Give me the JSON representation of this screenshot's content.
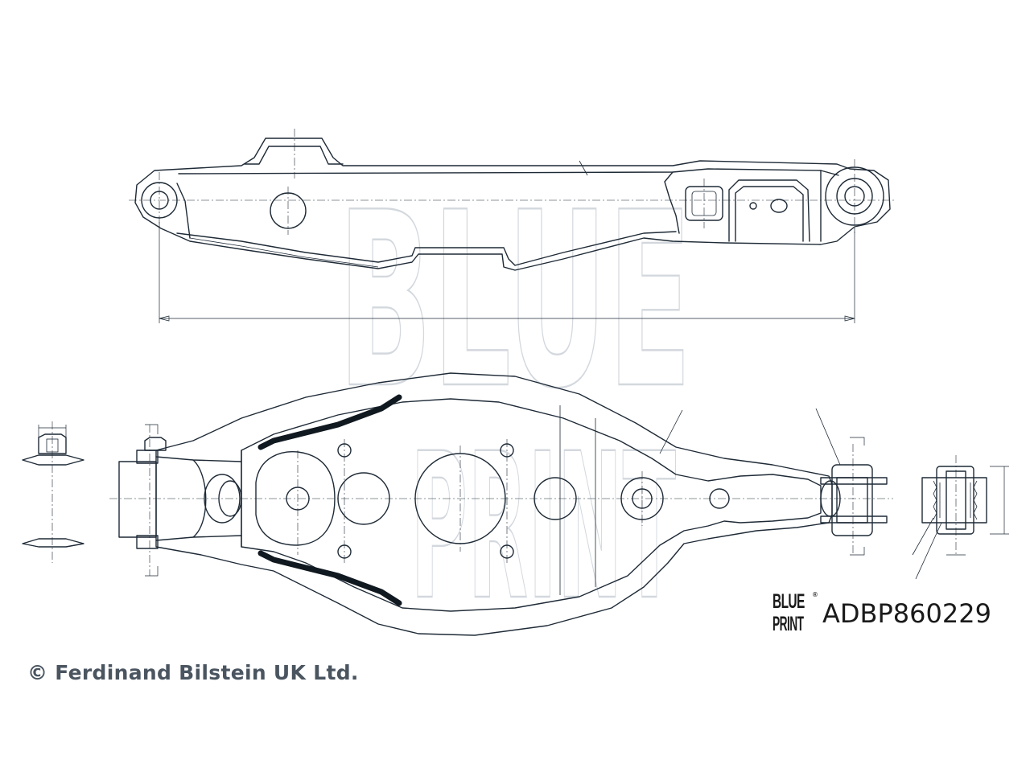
{
  "watermark": {
    "line1": "BLUE",
    "line2": "PRINT"
  },
  "brand": {
    "line1": "BLUE",
    "line2": "PRINT",
    "registered": "®"
  },
  "part_number": "ADBP860229",
  "copyright": "© Ferdinand Bilstein UK Ltd.",
  "colors": {
    "line": "#1e2a36",
    "watermark": "#d3d8de",
    "copyright_text": "#4a5560",
    "background": "#ffffff"
  }
}
